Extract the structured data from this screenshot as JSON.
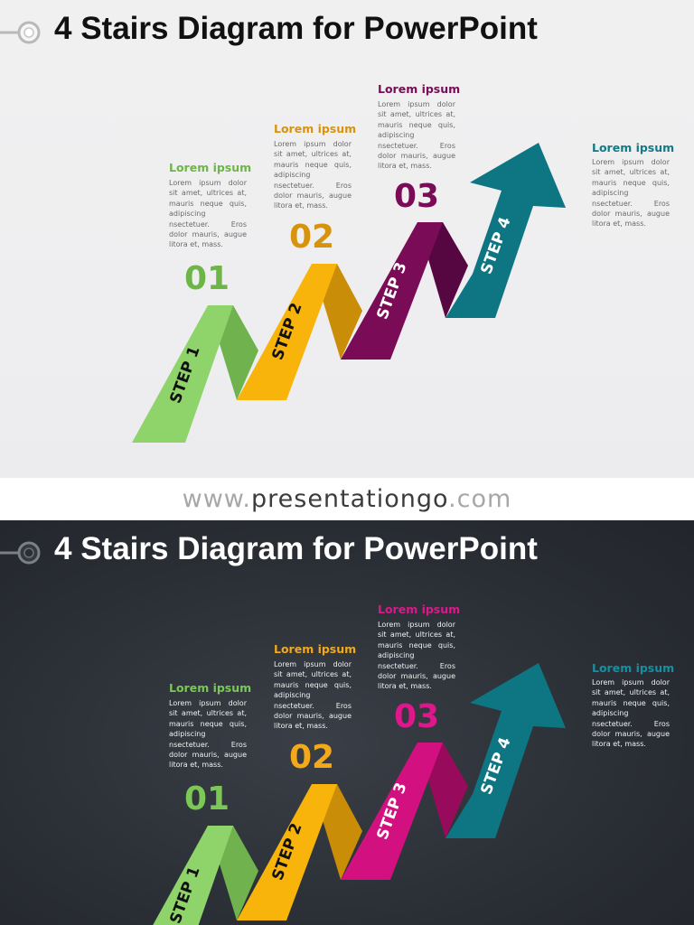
{
  "title": "4 Stairs Diagram for PowerPoint",
  "steps": [
    {
      "number": "01",
      "label": "STEP 1",
      "heading": "Lorem ipsum",
      "text": "Lorem ipsum dolor sit amet, ultrices at, mauris neque quis, adipiscing nsectetuer. Eros dolor mauris, augue litora et, mass."
    },
    {
      "number": "02",
      "label": "STEP 2",
      "heading": "Lorem ipsum",
      "text": "Lorem ipsum dolor sit amet, ultrices at, mauris neque quis, adipiscing nsectetuer. Eros dolor mauris, augue litora et, mass."
    },
    {
      "number": "03",
      "label": "STEP 3",
      "heading": "Lorem ipsum",
      "text": "Lorem ipsum dolor sit amet, ultrices at, mauris neque quis, adipiscing nsectetuer. Eros dolor mauris, augue litora et, mass."
    },
    {
      "number": "",
      "label": "STEP 4",
      "heading": "Lorem ipsum",
      "text": "Lorem ipsum dolor sit amet, ultrices at, mauris neque quis, adipiscing nsectetuer. Eros dolor mauris, augue litora et, mass."
    }
  ],
  "footer": {
    "prefix": "www.",
    "brand": "presentationgo",
    "suffix": ".com"
  },
  "colors": {
    "light": {
      "step1": "#8ed46b",
      "step1_side": "#6fb24e",
      "step2": "#f9b40c",
      "step2_side": "#c98d07",
      "step3": "#7a0b57",
      "step3_side": "#560640",
      "step4": "#0d7682",
      "step4_side": "#095760",
      "text1": "#6db547",
      "text2": "#d8930d",
      "text3": "#7a0b57",
      "text4": "#117a86"
    },
    "dark": {
      "step1": "#8ed46b",
      "step1_side": "#6fb24e",
      "step2": "#f9b40c",
      "step2_side": "#c98d07",
      "step3": "#d2107f",
      "step3_side": "#980a5c",
      "step4": "#0d7682",
      "step4_side": "#095760",
      "text1": "#7cc857",
      "text2": "#f3a91a",
      "text3": "#e0168c",
      "text4": "#1690a0"
    }
  }
}
